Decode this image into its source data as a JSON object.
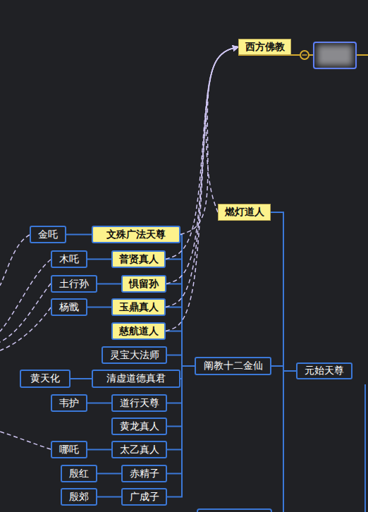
{
  "diagram": {
    "nodes": [
      {
        "text": [
          "西方佛教"
        ]
      },
      {
        "text": [
          "燃灯道人"
        ]
      },
      {
        "text": [
          "金吒"
        ]
      },
      {
        "text": [
          "文殊广法天尊"
        ]
      },
      {
        "text": [
          "木吒"
        ]
      },
      {
        "text": [
          "普贤真人"
        ]
      },
      {
        "text": [
          "土行孙"
        ]
      },
      {
        "text": [
          "惧留孙"
        ]
      },
      {
        "text": [
          "杨戬"
        ]
      },
      {
        "text": [
          "玉鼎真人"
        ]
      },
      {
        "text": [
          "慈航道人"
        ]
      },
      {
        "text": [
          "灵宝大法师"
        ]
      },
      {
        "text": [
          "阐教十二金仙"
        ]
      },
      {
        "text": [
          "元始天尊"
        ]
      },
      {
        "text": [
          "黄天化"
        ]
      },
      {
        "text": [
          "清虚道德真君"
        ]
      },
      {
        "text": [
          "韦护"
        ]
      },
      {
        "text": [
          "道行天尊"
        ]
      },
      {
        "text": [
          "黄龙真人"
        ]
      },
      {
        "text": [
          "哪吒"
        ]
      },
      {
        "text": [
          "太乙真人"
        ]
      },
      {
        "text": [
          "殷红"
        ]
      },
      {
        "text": [
          "赤精子"
        ]
      },
      {
        "text": [
          "殷郊"
        ]
      },
      {
        "text": [
          "广成子"
        ]
      }
    ],
    "edges": [
      {
        "from": 13,
        "to": 1,
        "arrow": "none"
      },
      {
        "from": 13,
        "to": 12,
        "arrow": "none"
      },
      {
        "from": 12,
        "to": 3,
        "arrow": "none"
      },
      {
        "from": 12,
        "to": 5,
        "arrow": "none"
      },
      {
        "from": 12,
        "to": 7,
        "arrow": "none"
      },
      {
        "from": 12,
        "to": 9,
        "arrow": "none"
      },
      {
        "from": 12,
        "to": 10,
        "arrow": "none"
      },
      {
        "from": 12,
        "to": 11,
        "arrow": "none"
      },
      {
        "from": 12,
        "to": 15,
        "arrow": "none"
      },
      {
        "from": 12,
        "to": 17,
        "arrow": "none"
      },
      {
        "from": 12,
        "to": 18,
        "arrow": "none"
      },
      {
        "from": 12,
        "to": 20,
        "arrow": "none"
      },
      {
        "from": 12,
        "to": 22,
        "arrow": "none"
      },
      {
        "from": 12,
        "to": 24,
        "arrow": "none"
      },
      {
        "from": 3,
        "to": 2,
        "arrow": "none"
      },
      {
        "from": 5,
        "to": 4,
        "arrow": "none"
      },
      {
        "from": 7,
        "to": 6,
        "arrow": "none"
      },
      {
        "from": 9,
        "to": 8,
        "arrow": "none"
      },
      {
        "from": 15,
        "to": 14,
        "arrow": "none"
      },
      {
        "from": 17,
        "to": 16,
        "arrow": "none"
      },
      {
        "from": 20,
        "to": 19,
        "arrow": "none"
      },
      {
        "from": 22,
        "to": 21,
        "arrow": "none"
      },
      {
        "from": 24,
        "to": 23,
        "arrow": "none"
      },
      {
        "from": 1,
        "to": 0,
        "arrow": "to"
      },
      {
        "from": 3,
        "to": 0,
        "arrow": "to"
      },
      {
        "from": 5,
        "to": 0,
        "arrow": "to"
      },
      {
        "from": 7,
        "to": 0,
        "arrow": "to"
      },
      {
        "from": 9,
        "to": 0,
        "arrow": "to"
      },
      {
        "from": 10,
        "to": 0,
        "arrow": "to"
      }
    ]
  }
}
